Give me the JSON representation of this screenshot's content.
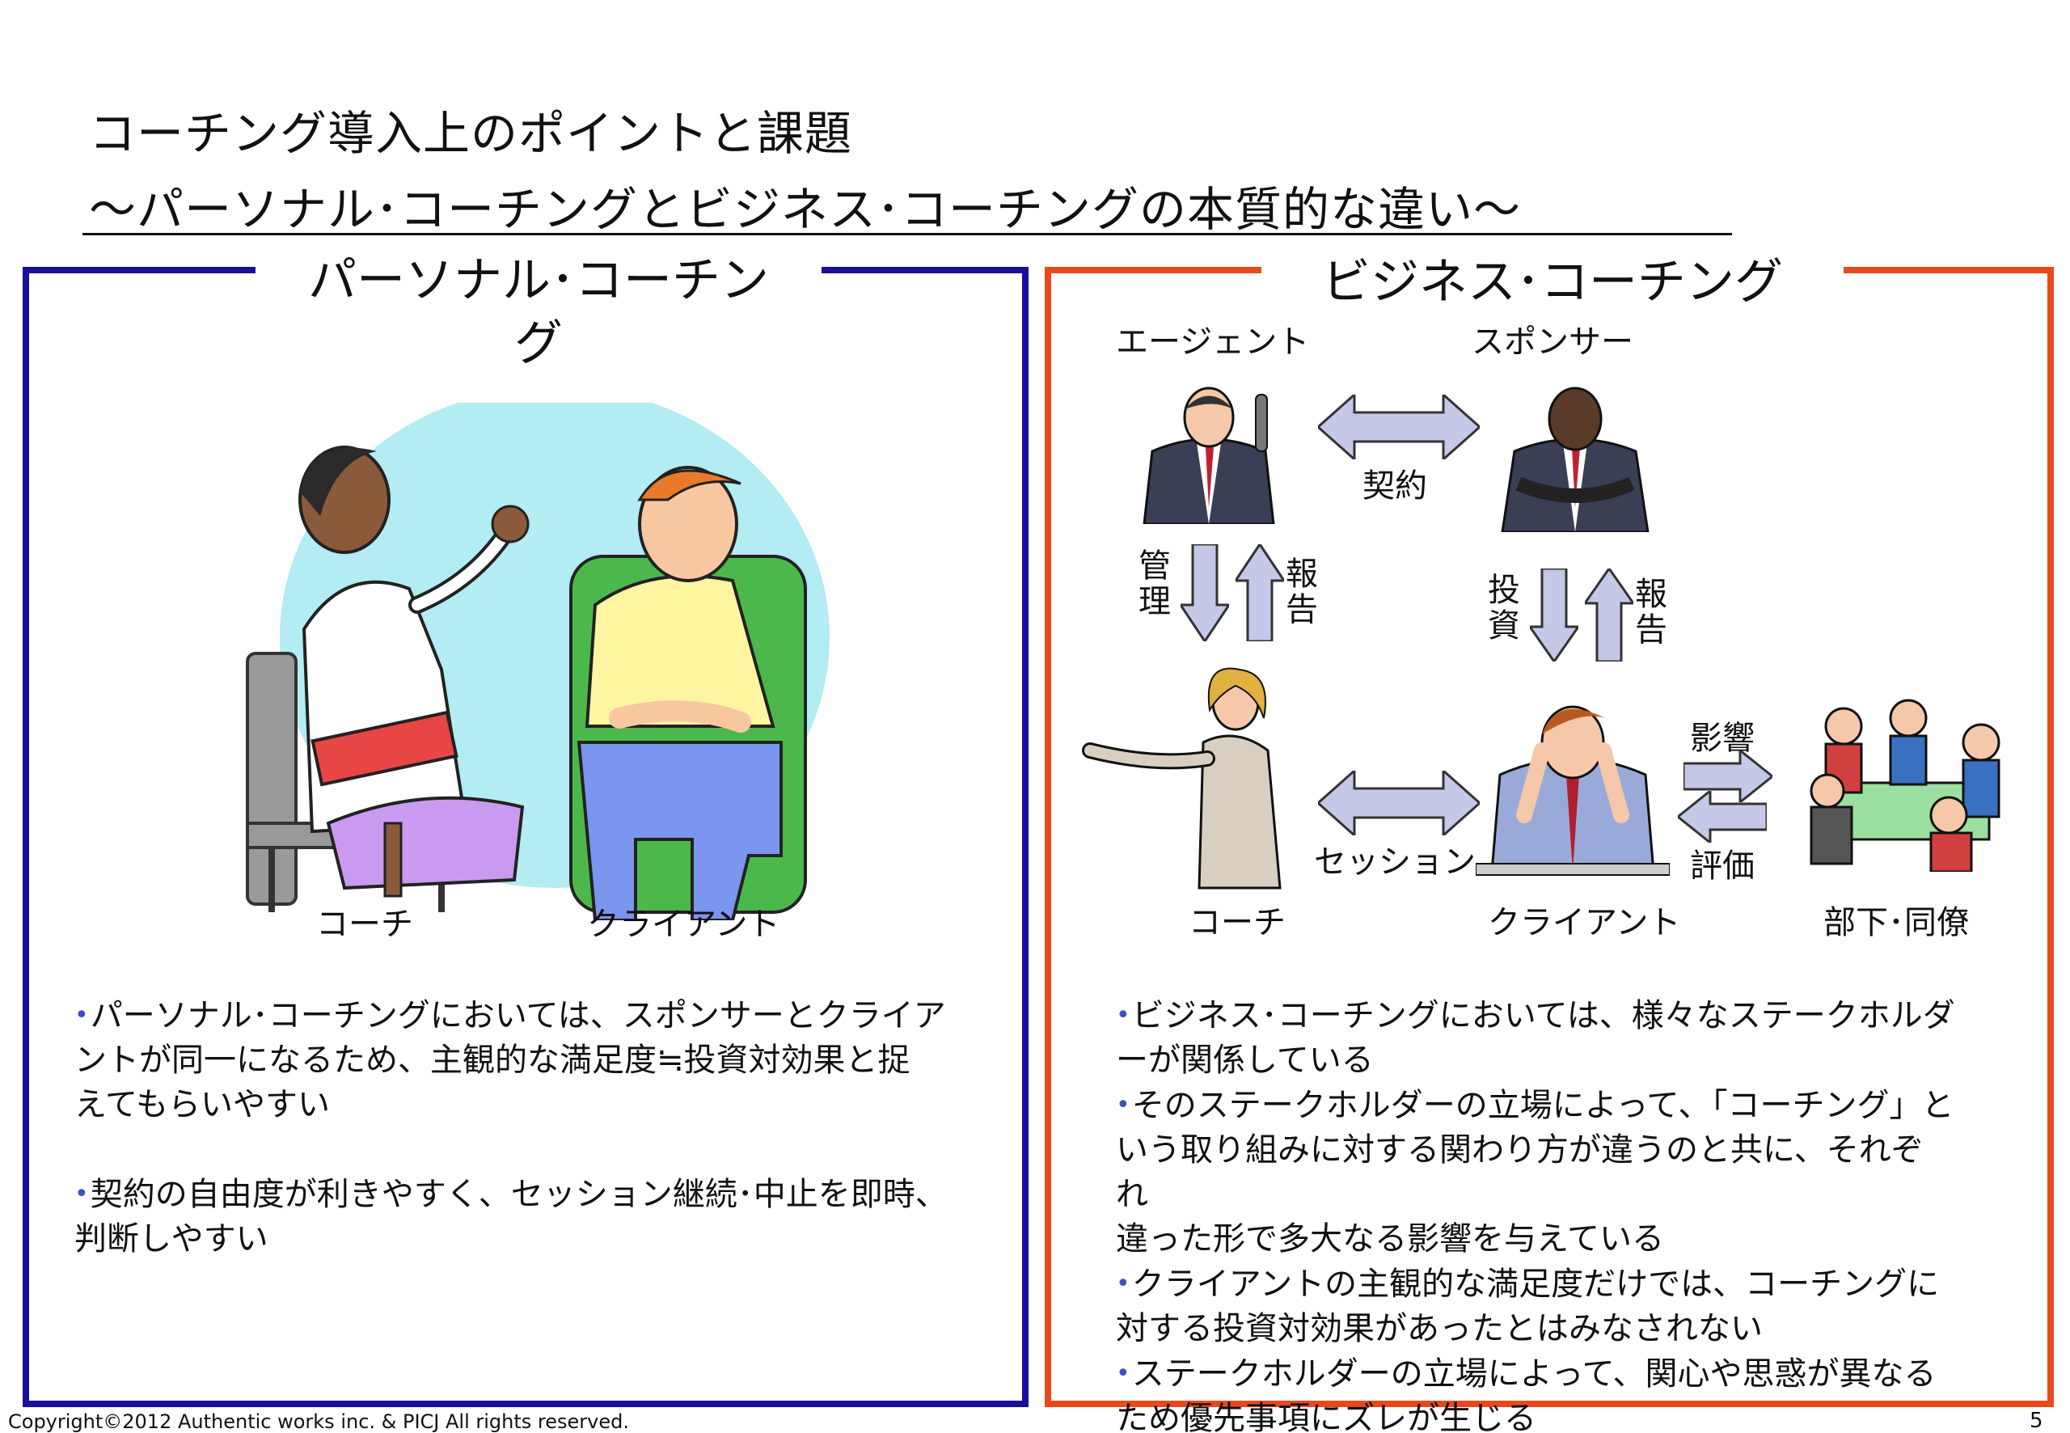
{
  "title": {
    "line1": "コーチング導入上のポイントと課題",
    "line2": "～パーソナル･コーチングとビジネス･コーチングの本質的な違い～"
  },
  "left_panel": {
    "title_line1": "パーソナル･コーチン",
    "title_line2": "グ",
    "coach_label": "コーチ",
    "client_label": "クライアント",
    "bullet1_line1": "パーソナル･コーチングにおいては、スポンサーとクライア",
    "bullet1_line2": "ントが同一になるため、主観的な満足度≒投資対効果と捉",
    "bullet1_line3": "えてもらいやすい",
    "bullet2_line1": "契約の自由度が利きやすく、セッション継続･中止を即時、",
    "bullet2_line2": "判断しやすい"
  },
  "right_panel": {
    "title": "ビジネス･コーチング",
    "agent_label": "エージェント",
    "sponsor_label": "スポンサー",
    "contract_label": "契約",
    "manage_label_1": "管",
    "manage_label_2": "理",
    "report_label_left_1": "報",
    "report_label_left_2": "告",
    "invest_label_1": "投",
    "invest_label_2": "資",
    "report_label_right_1": "報",
    "report_label_right_2": "告",
    "influence_label": "影響",
    "evaluation_label": "評価",
    "session_label": "セッション",
    "coach_label": "コーチ",
    "client_label": "クライアント",
    "subordinates_label": "部下･同僚",
    "bullet1_line1": "ビジネス･コーチングにおいては、様々なステークホルダ",
    "bullet1_line2": "ーが関係している",
    "bullet2_line1": "そのステークホルダーの立場によって､「コーチング」と",
    "bullet2_line2": "いう取り組みに対する関わり方が違うのと共に、それぞ",
    "bullet2_line3": "れ",
    "bullet2_line4": "違った形で多大なる影響を与えている",
    "bullet3_line1": "クライアントの主観的な満足度だけでは、コーチングに",
    "bullet3_line2": "対する投資対効果があったとはみなされない",
    "bullet4_line1": "ステークホルダーの立場によって、関心や思惑が異なる",
    "bullet4_line2": "ため優先事項にズレが生じる"
  },
  "footer": {
    "copyright": "Copyright©2012 Authentic works inc. & PICJ  All rights reserved.",
    "page": "5"
  },
  "colors": {
    "left_border": "#1a0f9c",
    "right_border": "#e8491c",
    "arrow_fill": "#c5c8e6",
    "bullet": "#3b4fbf"
  }
}
